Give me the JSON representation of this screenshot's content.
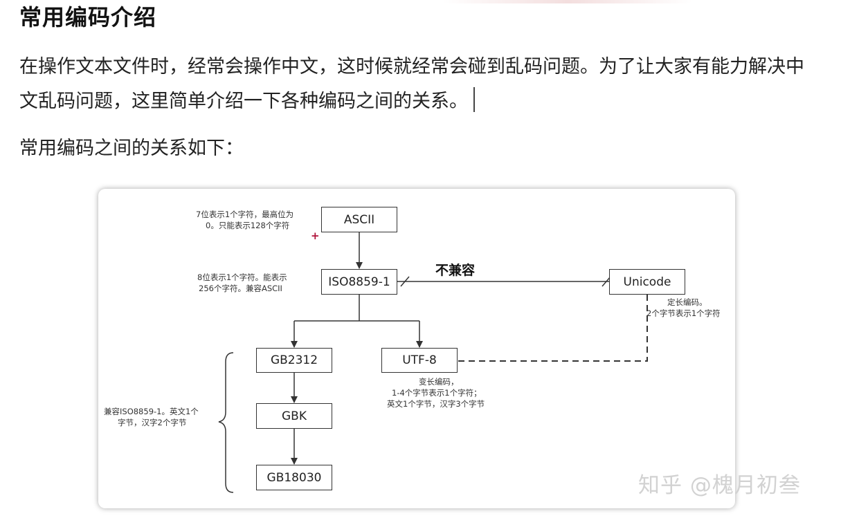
{
  "article": {
    "title": "常用编码介绍",
    "intro": "在操作文本文件时，经常会操作中文，这时候就经常会碰到乱码问题。为了让大家有能力解决中文乱码问题，这里简单介绍一下各种编码之间的关系。",
    "lead": "常用编码之间的关系如下："
  },
  "diagram": {
    "nodes": {
      "ascii": "ASCII",
      "iso": "ISO8859-1",
      "unicode": "Unicode",
      "gb2312": "GB2312",
      "utf8": "UTF-8",
      "gbk": "GBK",
      "gb18030": "GB18030"
    },
    "notes": {
      "ascii_l1": "7位表示1个字符，最高位为",
      "ascii_l2": "0。只能表示128个字符",
      "iso_l1": "8位表示1个字符。能表示",
      "iso_l2": "256个字符。兼容ASCII",
      "unicode_l1": "定长编码。",
      "unicode_l2": "2个字节表示1个字符",
      "utf8_l1": "变长编码，",
      "utf8_l2": "1-4个字节表示1个字符；",
      "utf8_l3": "英文1个字节，汉字3个字节",
      "gb_l1": "兼容ISO8859-1。英文1个",
      "gb_l2": "字节，汉字2个字节"
    },
    "incompatible_label": "不兼容",
    "plus_mark": "+"
  },
  "watermark": "知乎 @槐月初叁"
}
